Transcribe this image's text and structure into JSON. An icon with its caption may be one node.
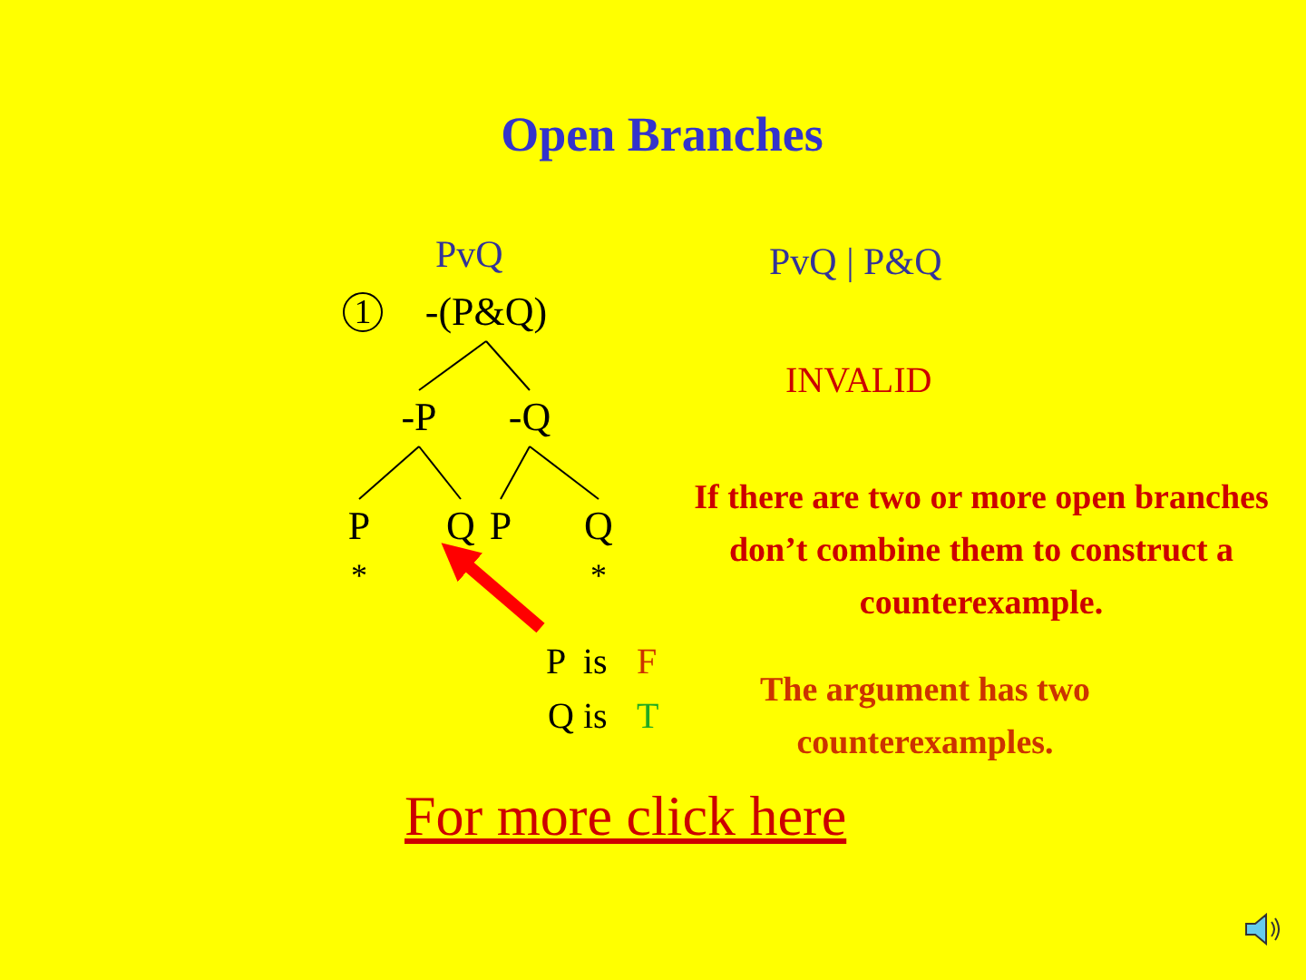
{
  "diagram": {
    "title": "Open Branches",
    "nodes": [
      {
        "text": [
          "-(P&Q)"
        ]
      },
      {
        "text": [
          "-P"
        ]
      },
      {
        "text": [
          "-Q"
        ]
      },
      {
        "text": [
          "P"
        ],
        "beside": [
          "*"
        ]
      },
      {
        "text": [
          "Q"
        ]
      },
      {
        "text": [
          "P"
        ]
      },
      {
        "text": [
          "Q"
        ],
        "beside": [
          "*"
        ]
      }
    ],
    "edges": [
      {
        "from": 0,
        "to": 1,
        "arrow": "none"
      },
      {
        "from": 0,
        "to": 2,
        "arrow": "none"
      },
      {
        "from": 1,
        "to": 3,
        "arrow": "none"
      },
      {
        "from": 1,
        "to": 4,
        "arrow": "none"
      },
      {
        "from": 2,
        "to": 5,
        "arrow": "none"
      },
      {
        "from": 2,
        "to": 6,
        "arrow": "none"
      },
      {
        "from": null,
        "to": 4,
        "arrow": "to",
        "style": "thick",
        "color": "#ff0000"
      }
    ],
    "labels": [
      "PvQ",
      "1",
      "PvQ | P&Q",
      "INVALID",
      "If there are two or more open branches don’t combine them to construct a counterexample.",
      "P  is",
      "F",
      "Q is",
      "T",
      "The argument has two counterexamples.",
      "For more click here"
    ]
  }
}
